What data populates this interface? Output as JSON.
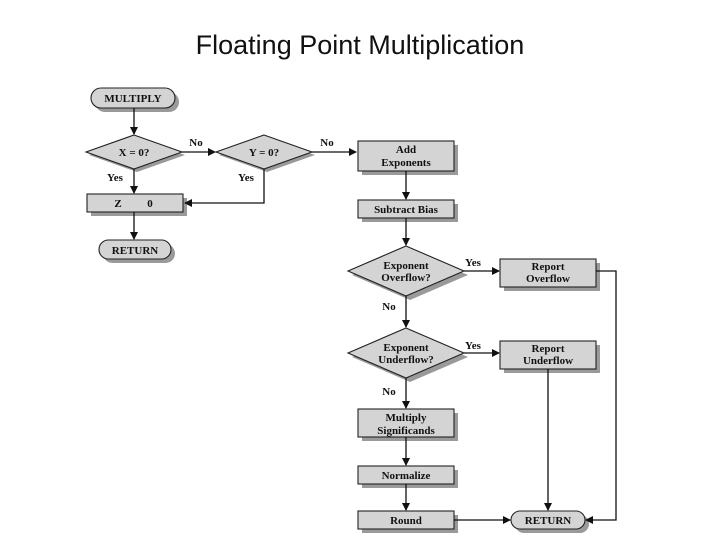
{
  "title": "Floating Point Multiplication",
  "nodes": {
    "multiply": "MULTIPLY",
    "x_zero": "X = 0?",
    "y_zero": "Y = 0?",
    "z_zero": [
      "Z",
      "0"
    ],
    "return_left": "RETURN",
    "add_exponents": [
      "Add",
      "Exponents"
    ],
    "subtract_bias": "Subtract Bias",
    "exp_overflow": [
      "Exponent",
      "Overflow?"
    ],
    "report_overflow": [
      "Report",
      "Overflow"
    ],
    "exp_underflow": [
      "Exponent",
      "Underflow?"
    ],
    "report_underflow": [
      "Report",
      "Underflow"
    ],
    "multiply_significands": [
      "Multiply",
      "Significands"
    ],
    "normalize": "Normalize",
    "round": "Round",
    "return_right": "RETURN"
  },
  "edges": {
    "no": "No",
    "yes": "Yes"
  }
}
